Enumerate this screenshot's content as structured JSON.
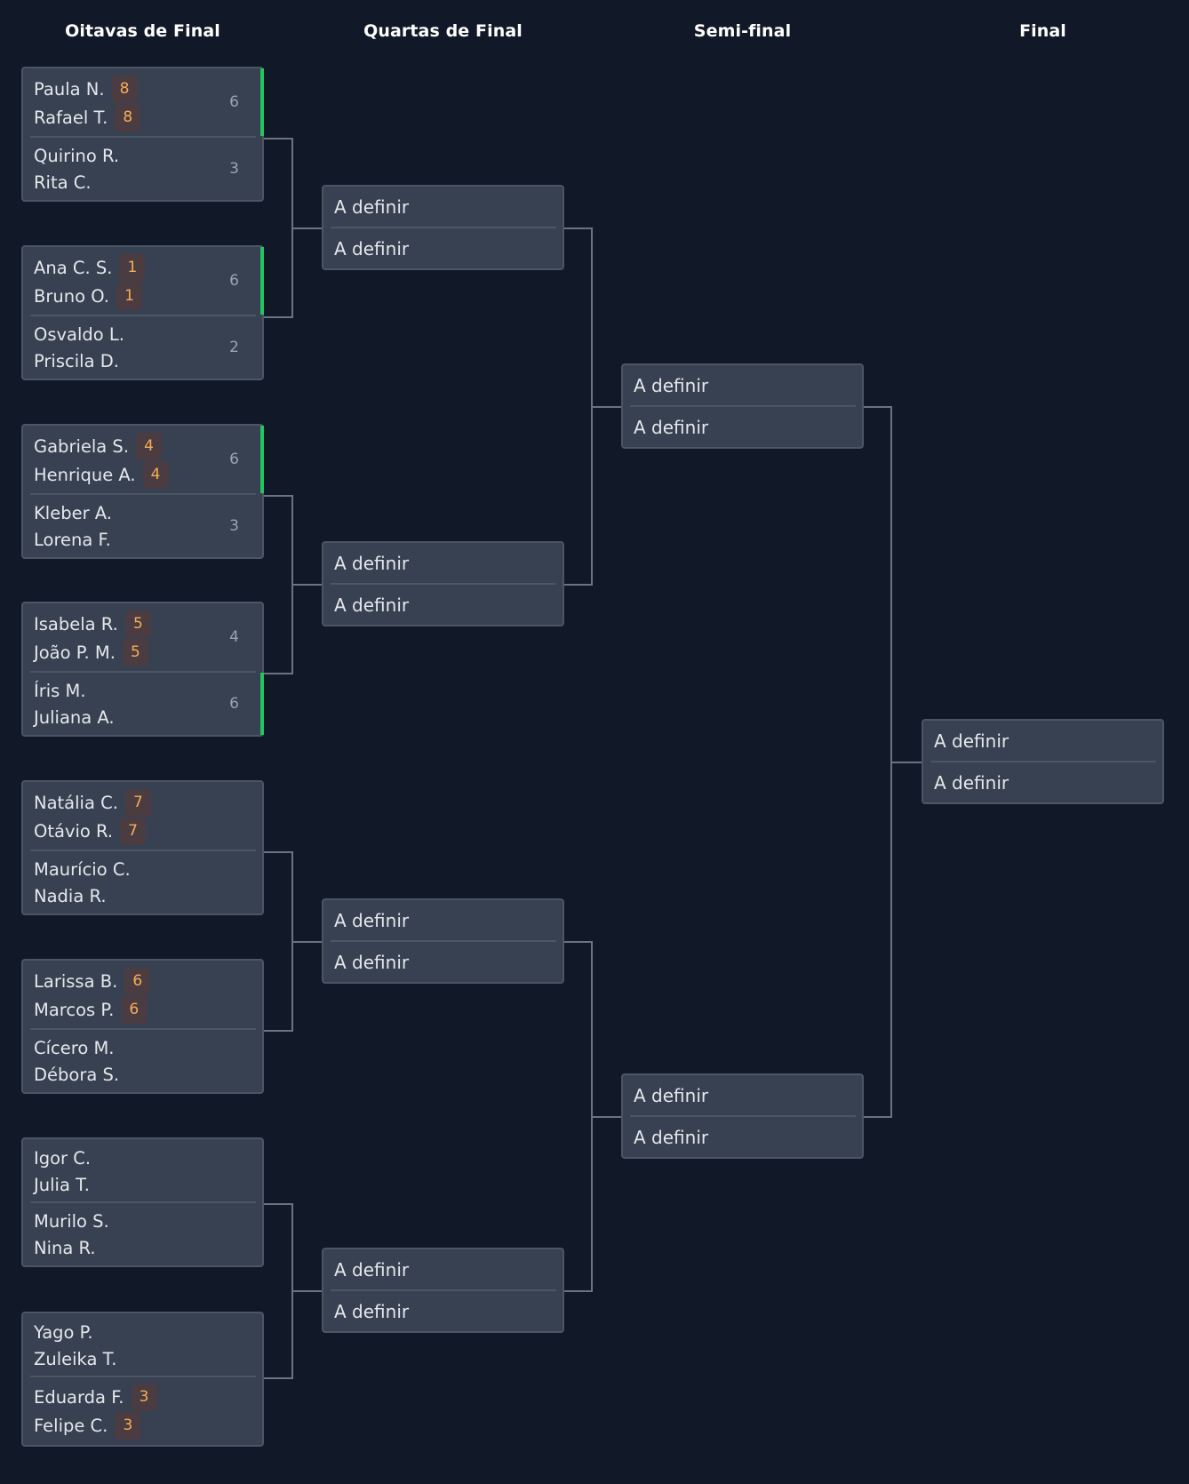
{
  "rounds": [
    {
      "title": "Oitavas de Final"
    },
    {
      "title": "Quartas de Final"
    },
    {
      "title": "Semi-final"
    },
    {
      "title": "Final"
    }
  ],
  "tbd_label": "A definir",
  "colors": {
    "background": "#111827",
    "card": "#374151",
    "card_border": "#4b5563",
    "winner_bar": "#22c55e",
    "seed_bg": "#4a3c41",
    "seed_text": "#f6ad55",
    "connector": "#6b7280"
  },
  "round_of_16": [
    {
      "teams": [
        {
          "players": [
            {
              "name": "Paula N.",
              "seed": "8"
            },
            {
              "name": "Rafael T.",
              "seed": "8"
            }
          ],
          "score": "6",
          "winner": true
        },
        {
          "players": [
            {
              "name": "Quirino R."
            },
            {
              "name": "Rita C."
            }
          ],
          "score": "3",
          "winner": false
        }
      ]
    },
    {
      "teams": [
        {
          "players": [
            {
              "name": "Ana C. S.",
              "seed": "1"
            },
            {
              "name": "Bruno O.",
              "seed": "1"
            }
          ],
          "score": "6",
          "winner": true
        },
        {
          "players": [
            {
              "name": "Osvaldo L."
            },
            {
              "name": "Priscila D."
            }
          ],
          "score": "2",
          "winner": false
        }
      ]
    },
    {
      "teams": [
        {
          "players": [
            {
              "name": "Gabriela S.",
              "seed": "4"
            },
            {
              "name": "Henrique A.",
              "seed": "4"
            }
          ],
          "score": "6",
          "winner": true
        },
        {
          "players": [
            {
              "name": "Kleber A."
            },
            {
              "name": "Lorena F."
            }
          ],
          "score": "3",
          "winner": false
        }
      ]
    },
    {
      "teams": [
        {
          "players": [
            {
              "name": "Isabela R.",
              "seed": "5"
            },
            {
              "name": "João P. M.",
              "seed": "5"
            }
          ],
          "score": "4",
          "winner": false
        },
        {
          "players": [
            {
              "name": "Íris M."
            },
            {
              "name": "Juliana A."
            }
          ],
          "score": "6",
          "winner": true
        }
      ]
    },
    {
      "teams": [
        {
          "players": [
            {
              "name": "Natália C.",
              "seed": "7"
            },
            {
              "name": "Otávio R.",
              "seed": "7"
            }
          ],
          "score": "",
          "winner": false
        },
        {
          "players": [
            {
              "name": "Maurício C."
            },
            {
              "name": "Nadia R."
            }
          ],
          "score": "",
          "winner": false
        }
      ]
    },
    {
      "teams": [
        {
          "players": [
            {
              "name": "Larissa B.",
              "seed": "6"
            },
            {
              "name": "Marcos P.",
              "seed": "6"
            }
          ],
          "score": "",
          "winner": false
        },
        {
          "players": [
            {
              "name": "Cícero M."
            },
            {
              "name": "Débora S."
            }
          ],
          "score": "",
          "winner": false
        }
      ]
    },
    {
      "teams": [
        {
          "players": [
            {
              "name": "Igor C."
            },
            {
              "name": "Julia T."
            }
          ],
          "score": "",
          "winner": false
        },
        {
          "players": [
            {
              "name": "Murilo S."
            },
            {
              "name": "Nina R."
            }
          ],
          "score": "",
          "winner": false
        }
      ]
    },
    {
      "teams": [
        {
          "players": [
            {
              "name": "Yago P."
            },
            {
              "name": "Zuleika T."
            }
          ],
          "score": "",
          "winner": false
        },
        {
          "players": [
            {
              "name": "Eduarda F.",
              "seed": "3"
            },
            {
              "name": "Felipe C.",
              "seed": "3"
            }
          ],
          "score": "",
          "winner": false
        }
      ]
    }
  ],
  "quarterfinals": [
    {
      "teams": [
        "A definir",
        "A definir"
      ]
    },
    {
      "teams": [
        "A definir",
        "A definir"
      ]
    },
    {
      "teams": [
        "A definir",
        "A definir"
      ]
    },
    {
      "teams": [
        "A definir",
        "A definir"
      ]
    }
  ],
  "semifinals": [
    {
      "teams": [
        "A definir",
        "A definir"
      ]
    },
    {
      "teams": [
        "A definir",
        "A definir"
      ]
    }
  ],
  "final": [
    {
      "teams": [
        "A definir",
        "A definir"
      ]
    }
  ]
}
